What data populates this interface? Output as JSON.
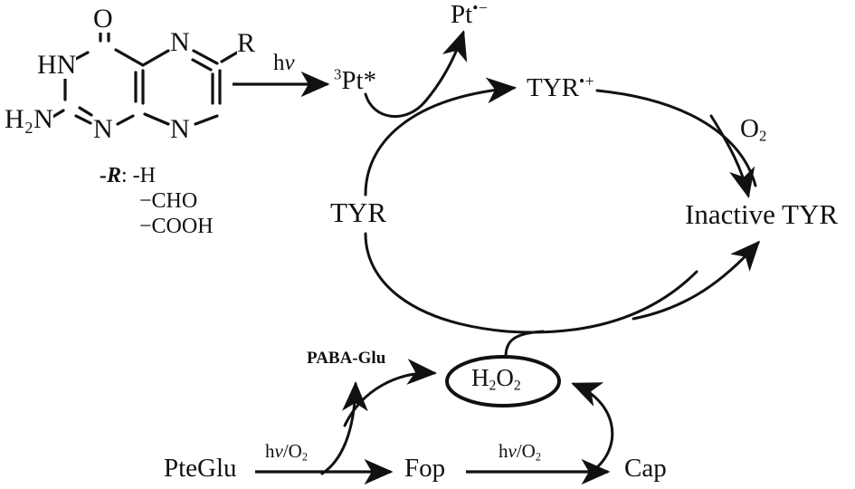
{
  "figure": {
    "type": "reaction-scheme",
    "description": "Photosensitized mechanism of tyrosinase inactivation by pterins"
  },
  "structure": {
    "name": "pterin-core",
    "atoms": {
      "carbonyl_o": "O",
      "ring_nh": "HN",
      "amino": "H₂N",
      "ring_n3": "N",
      "pyrazine_n5": "N",
      "pyrazine_n8": "N",
      "substituent": "R"
    }
  },
  "r_groups": {
    "prefix": "-R",
    "colon": ":",
    "items": [
      "-H",
      "−CHO",
      "−COOH"
    ]
  },
  "species": {
    "excited_pt": "³Pt*",
    "pt_radical_anion": "Pt•−",
    "tyr": "TYR",
    "tyr_radical_cation": "TYR•+",
    "inactive_tyr": "Inactive TYR",
    "oxygen": "O₂",
    "hydrogen_peroxide": "H₂O₂",
    "paba_glu": "PABA-Glu",
    "pteglu": "PteGlu",
    "fop": "Fop",
    "cap": "Cap"
  },
  "arrow_labels": {
    "excitation": "hν",
    "photolysis_1": "hν/O₂",
    "photolysis_2": "hν/O₂",
    "oxygen_label": "O₂"
  },
  "colors": {
    "ink": "#111111",
    "background": "#ffffff"
  }
}
